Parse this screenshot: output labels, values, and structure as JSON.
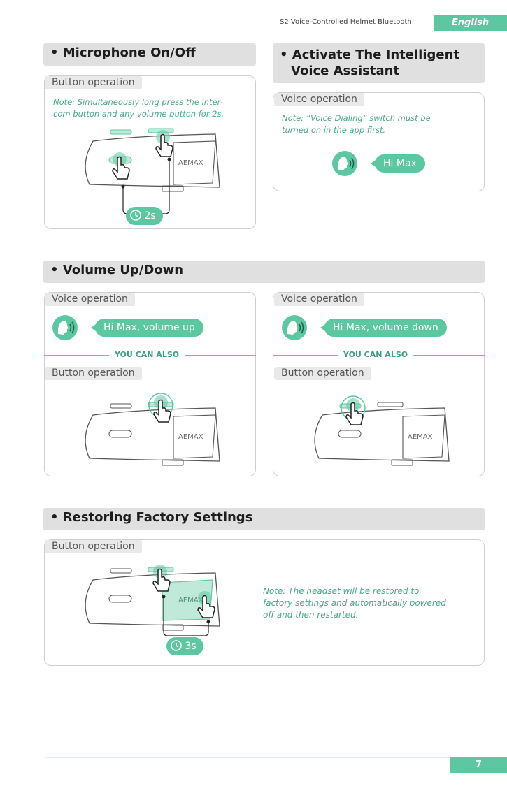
{
  "header": {
    "title": "S2 Voice-Controlled Helmet Bluetooth",
    "language": "English"
  },
  "brand": {
    "logo": "AEMAX"
  },
  "colors": {
    "accent": "#5cc8a1",
    "section_bg": "#e0e0e0"
  },
  "sections": {
    "mic": {
      "title": "• Microphone On/Off",
      "tag": "Button operation",
      "note_line1": "Note: Simultaneously long press the inter-",
      "note_line2": "com button and any volume button for 2s.",
      "timer": "2s"
    },
    "assistant": {
      "title_line1": "• Activate The Intelligent",
      "title_line2": "Voice Assistant",
      "tag": "Voice operation",
      "note_line1": "Note: “Voice Dialing” switch must be",
      "note_line2": "turned on in the app first.",
      "bubble": "Hi Max"
    },
    "volume": {
      "title": "• Volume Up/Down",
      "up": {
        "voice_tag": "Voice operation",
        "bubble": "Hi Max, volume up",
        "also": "YOU CAN ALSO",
        "button_tag": "Button operation"
      },
      "down": {
        "voice_tag": "Voice operation",
        "bubble": "Hi Max, volume down",
        "also": "YOU CAN ALSO",
        "button_tag": "Button operation"
      }
    },
    "factory": {
      "title": "• Restoring Factory Settings",
      "tag": "Button operation",
      "note_line1": "Note: The headset will be restored to",
      "note_line2": "factory settings and automatically powered",
      "note_line3": "off and then restarted.",
      "timer": "3s"
    }
  },
  "footer": {
    "page": "7"
  }
}
